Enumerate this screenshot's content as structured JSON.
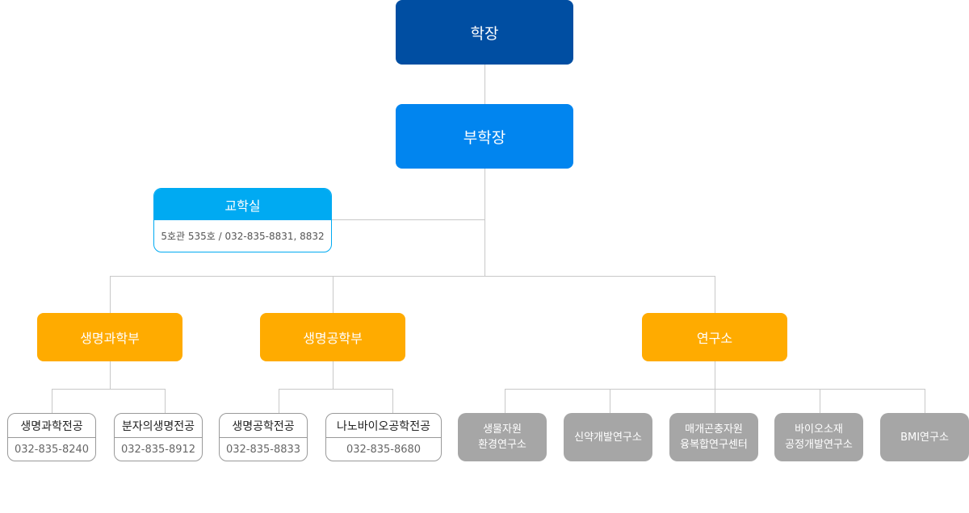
{
  "dean": "학장",
  "vice_dean": "부학장",
  "office": {
    "name": "교학실",
    "info": "5호관 535호 / 032-835-8831, 8832"
  },
  "departments": [
    {
      "name": "생명과학부",
      "majors": [
        {
          "name": "생명과학전공",
          "phone": "032-835-8240"
        },
        {
          "name": "분자의생명전공",
          "phone": "032-835-8912"
        }
      ]
    },
    {
      "name": "생명공학부",
      "majors": [
        {
          "name": "생명공학전공",
          "phone": "032-835-8833"
        },
        {
          "name": "나노바이오공학전공",
          "phone": "032-835-8680"
        }
      ]
    },
    {
      "name": "연구소",
      "institutes": [
        {
          "line1": "생물자원",
          "line2": "환경연구소"
        },
        {
          "line1": "신약개발연구소",
          "line2": ""
        },
        {
          "line1": "매개곤충자원",
          "line2": "융복합연구센터"
        },
        {
          "line1": "바이오소재",
          "line2": "공정개발연구소"
        },
        {
          "line1": "BMI연구소",
          "line2": ""
        }
      ]
    }
  ],
  "colors": {
    "dean": "#004ea2",
    "vice_dean": "#0185ef",
    "office": "#00aaf2",
    "department": "#ffab00",
    "institute": "#a6a6a6",
    "connector": "#c8c8c8"
  }
}
